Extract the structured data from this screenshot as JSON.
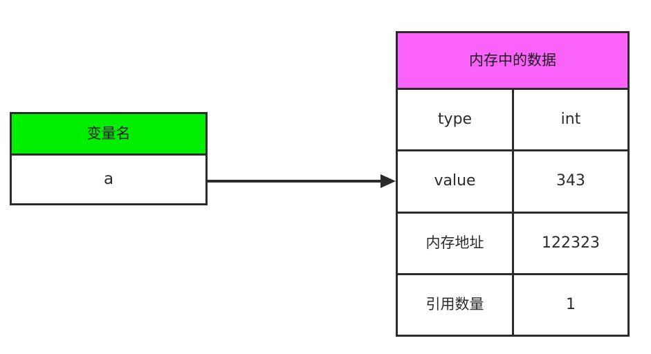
{
  "diagram": {
    "title": "variable-to-memory-reference",
    "colors": {
      "background": "#ffffff",
      "border": "#2b2b2b",
      "variable_header": "#00ee00",
      "memory_header": "#fa62fa",
      "arrow": "#2b2b2b",
      "text": "#2b2b2b"
    }
  },
  "variable_box": {
    "header_label": "变量名",
    "value": "a"
  },
  "connector": {
    "type": "arrow",
    "direction": "right",
    "from": "variable_box",
    "to": "memory_table",
    "label": ""
  },
  "memory_table": {
    "header_label": "内存中的数据",
    "rows": [
      {
        "key": "type",
        "value": "int"
      },
      {
        "key": "value",
        "value": "343"
      },
      {
        "key": "内存地址",
        "value": "122323"
      },
      {
        "key": "引用数量",
        "value": "1"
      }
    ]
  }
}
